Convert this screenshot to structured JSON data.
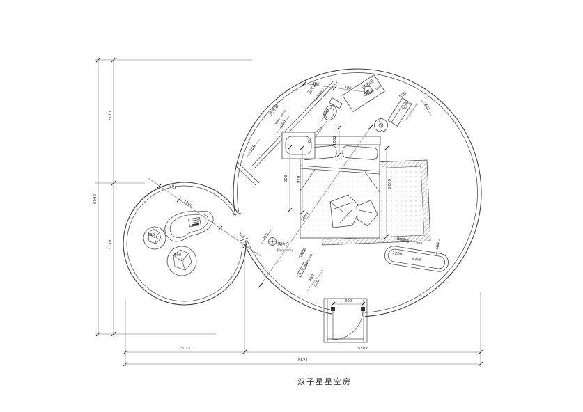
{
  "title": "双子星星空房",
  "labels": {
    "bathroom_cn": "卫生间",
    "bathroom_en": "Bathroom",
    "shower_cn": "淋浴间",
    "shower_en": "Shower room",
    "washbasin_cn": "洗漱台",
    "washbasin_en": "Wash basin",
    "aircon_cn": "空调",
    "aircon_en": "air conditioning",
    "floorlamp_cn": "落地灯",
    "floorlamp_en": "Floor lamp",
    "coatrack_cn": "衣帽架",
    "coatrack_en": "Coat rack",
    "tvwall_cn": "电视墙",
    "tvwall_en": "TV wall",
    "tvcabinet_cn": "电视柜"
  },
  "dims": {
    "overall_width": "8621",
    "bottom_left": "3033",
    "bottom_right": "5582",
    "overall_height": "6990",
    "left_upper": "2770",
    "left_lower": "3139",
    "bath_1": "590",
    "bath_2": "700",
    "shower_w": "520",
    "shower_d": "421",
    "toilet_1": "560",
    "toilet_2": "714",
    "basin_1": "1000",
    "basin_2": "1002",
    "wall_1": "550",
    "bed_w1": "903",
    "bed_w2": "970",
    "bed_len": "2000",
    "diag_main": "5684",
    "diag_1": "693",
    "diag_2": "1166",
    "diag_3": "745",
    "lamp_off": "310",
    "chair_a": "589",
    "chair_b": "500",
    "rack_1": "400",
    "rack_2": "440",
    "tv_len": "1200",
    "tv_d": "400",
    "door_w": "800"
  }
}
